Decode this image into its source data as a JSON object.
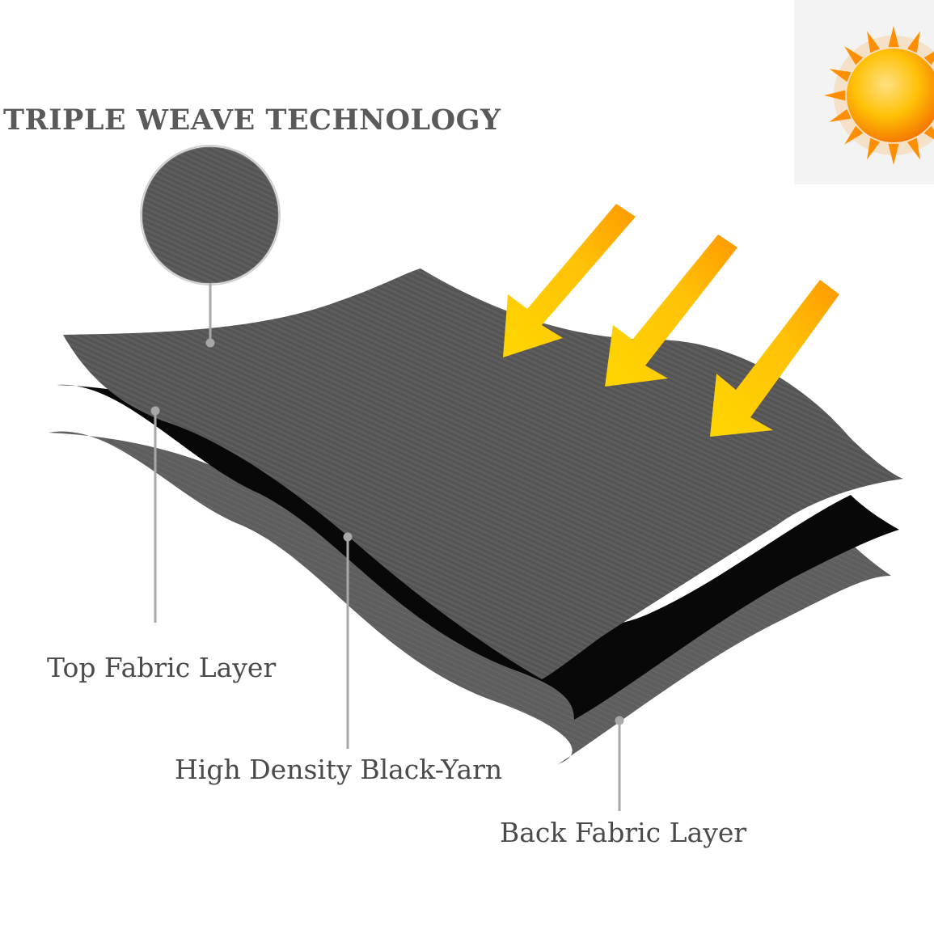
{
  "title": "TRIPLE WEAVE TECHNOLOGY",
  "labels": {
    "top_layer": "Top Fabric Layer",
    "middle_layer": "High Density Black-Yarn",
    "back_layer": "Back Fabric Layer"
  },
  "colors": {
    "title_text": "#5a5a5a",
    "label_text": "#4a4a4a",
    "top_fabric": "#585858",
    "back_fabric": "#5e5e5e",
    "black_yarn": "#080808",
    "leader_line": "#a8a8a8",
    "sun_core": "#ffb300",
    "sun_rays": "#ff8f00",
    "arrow_fill": "#ffc107",
    "sun_panel_bg": "#f3f3f3"
  },
  "icons": {
    "sun": "sun-icon",
    "arrow": "down-left-arrow-icon",
    "swatch": "fabric-swatch-icon"
  }
}
